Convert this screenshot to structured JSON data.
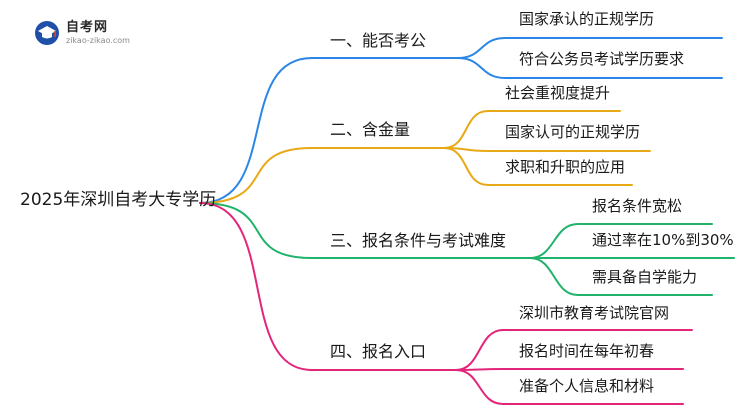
{
  "logo": {
    "title": "自考网",
    "url": "zikao-zikao.com"
  },
  "root": {
    "label": "2025年深圳自考大专学历"
  },
  "branches": [
    {
      "label": "一、能否考公",
      "color": "#2b86e6",
      "children": [
        "国家承认的正规学历",
        "符合公务员考试学历要求"
      ]
    },
    {
      "label": "二、含金量",
      "color": "#e8a916",
      "children": [
        "社会重视度提升",
        "国家认可的正规学历",
        "求职和升职的应用"
      ]
    },
    {
      "label": "三、报名条件与考试难度",
      "color": "#1fb36b",
      "children": [
        "报名条件宽松",
        "通过率在10%到30%",
        "需具备自学能力"
      ]
    },
    {
      "label": "四、报名入口",
      "color": "#e3267a",
      "children": [
        "深圳市教育考试院官网",
        "报名时间在每年初春",
        "准备个人信息和材料"
      ]
    }
  ]
}
